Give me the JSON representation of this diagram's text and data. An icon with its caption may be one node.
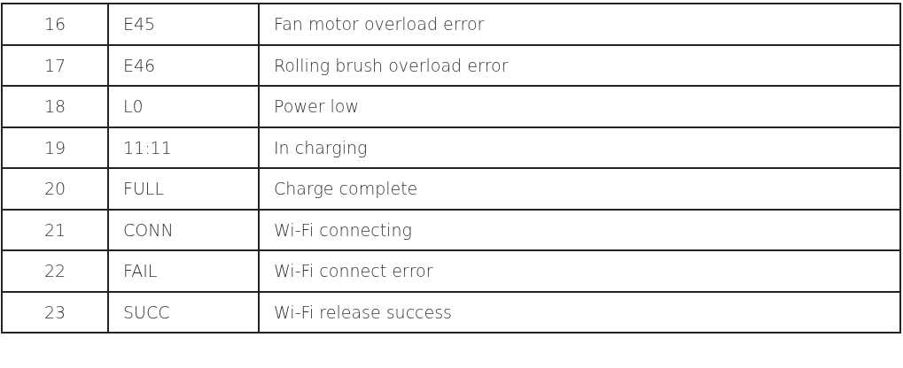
{
  "diagram": {
    "labels": [
      "16",
      "E45",
      "Fan motor overload error",
      "17",
      "E46",
      "Rolling brush overload error",
      "18",
      "L0",
      "Power low",
      "19",
      "11:11",
      "In charging",
      "20",
      "FULL",
      "Charge complete",
      "21",
      "CONN",
      "Wi-Fi connecting",
      "22",
      "FAIL",
      "Wi-Fi connect error",
      "23",
      "SUCC",
      "Wi-Fi release success"
    ]
  }
}
